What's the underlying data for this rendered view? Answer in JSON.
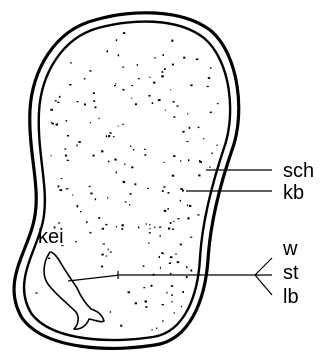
{
  "labels": {
    "sch": "sch",
    "kb": "kb",
    "kei": "kei",
    "w": "w",
    "st": "st",
    "lb": "lb"
  },
  "colors": {
    "ink": "#000000",
    "paper": "#ffffff"
  }
}
